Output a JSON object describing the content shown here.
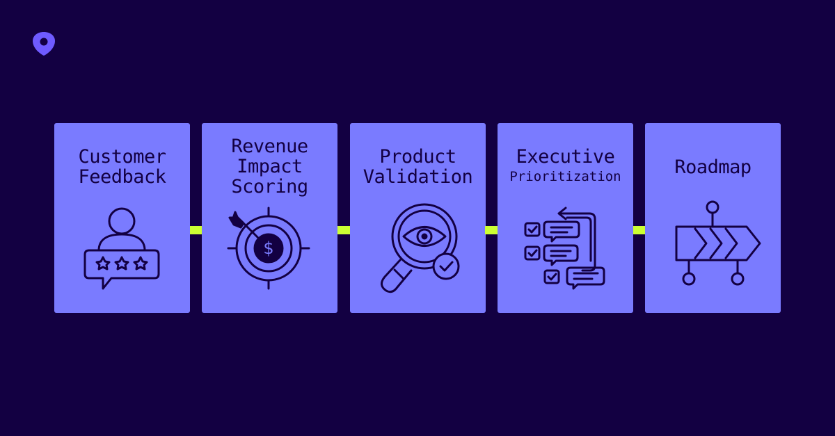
{
  "brand": {
    "logo_icon": "brand-logo-icon"
  },
  "colors": {
    "background": "#130042",
    "card": "#7A7BFF",
    "arrow": "#CCFF33",
    "ink": "#130042"
  },
  "steps": [
    {
      "line1": "Customer",
      "line2": "Feedback",
      "line3": "",
      "icon": "user-rating-icon"
    },
    {
      "line1": "Revenue",
      "line2": "Impact",
      "line3": "Scoring",
      "icon": "target-dollar-icon"
    },
    {
      "line1": "Product",
      "line2": "Validation",
      "line3": "",
      "icon": "magnifier-eye-icon"
    },
    {
      "line1": "Executive",
      "line2": "Prioritization",
      "line3": "",
      "icon": "checklist-icon"
    },
    {
      "line1": "Roadmap",
      "line2": "",
      "line3": "",
      "icon": "roadmap-icon"
    }
  ]
}
